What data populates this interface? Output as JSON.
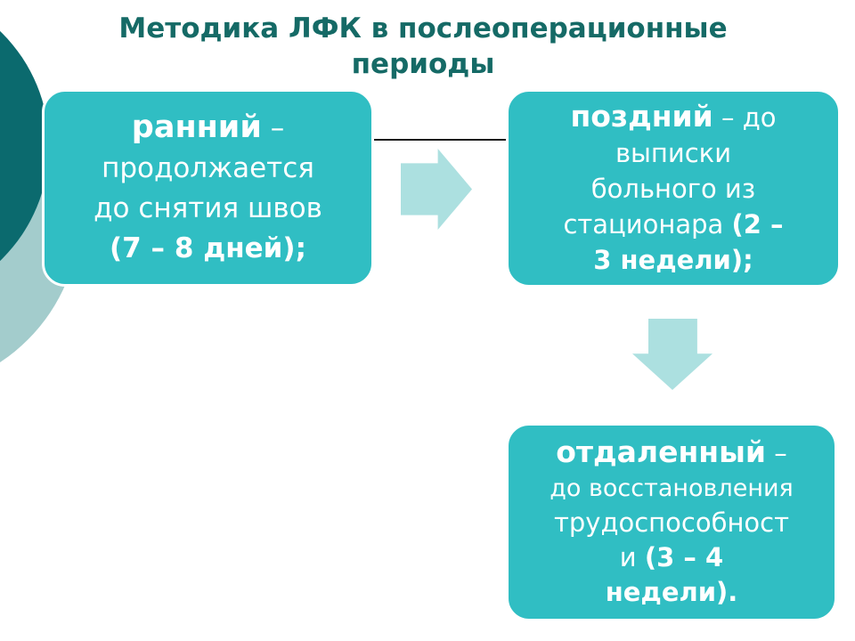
{
  "slide": {
    "title": "Методика ЛФК в послеоперационные периоды"
  },
  "colors": {
    "title_text": "#156a66",
    "card_fill": "#30bec3",
    "card_border": "#ffffff",
    "card_text": "#ffffff",
    "dark_circle": "#0b6a6e",
    "light_circle": "#a3cccc",
    "arrow_fill": "#ace0e0",
    "connector_line": "#1a1a1a"
  },
  "icons": {
    "arrow_right": "block-arrow-right",
    "arrow_down": "block-arrow-down"
  },
  "boxes": [
    {
      "id": "early",
      "lines": [
        {
          "segs": [
            {
              "t": "ранний"
            },
            {
              "t": " –"
            }
          ]
        },
        {
          "segs": [
            {
              "t": "продолжается"
            }
          ]
        },
        {
          "segs": [
            {
              "t": "до снятия швов"
            }
          ]
        },
        {
          "segs": [
            {
              "t": "(7 – 8 дней);"
            }
          ]
        }
      ]
    },
    {
      "id": "late",
      "lines": [
        {
          "segs": [
            {
              "t": "поздний"
            },
            {
              "t": " – до"
            }
          ]
        },
        {
          "segs": [
            {
              "t": "выписки"
            }
          ]
        },
        {
          "segs": [
            {
              "t": "больного из"
            }
          ]
        },
        {
          "segs": [
            {
              "t": "стационара "
            },
            {
              "t": "(2 –"
            }
          ]
        },
        {
          "segs": [
            {
              "t": "3 недели);"
            }
          ]
        }
      ]
    },
    {
      "id": "remote",
      "lines": [
        {
          "segs": [
            {
              "t": "отдаленный"
            },
            {
              "t": " –"
            }
          ]
        },
        {
          "segs": [
            {
              "t": "до восстановления"
            }
          ]
        },
        {
          "segs": [
            {
              "t": "трудоспособност"
            }
          ]
        },
        {
          "segs": [
            {
              "t": "и "
            },
            {
              "t": "(3 – 4"
            }
          ]
        },
        {
          "segs": [
            {
              "t": "недели)."
            }
          ]
        }
      ]
    }
  ]
}
